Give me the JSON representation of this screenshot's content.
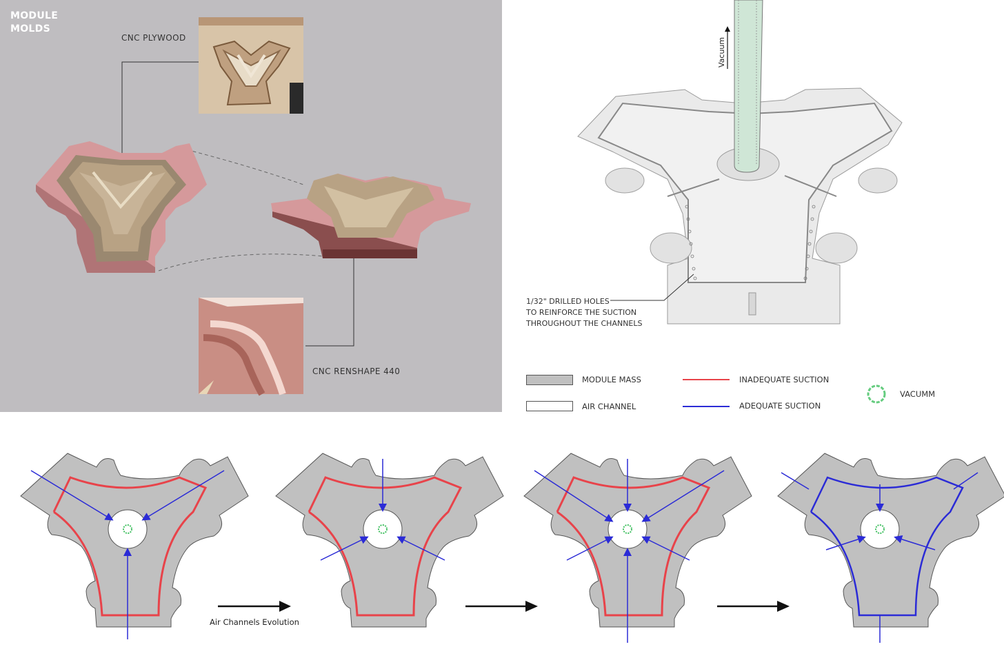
{
  "left_panel": {
    "title_line1": "MODULE",
    "title_line2": "MOLDS",
    "label_plywood": "CNC PLYWOOD",
    "label_renshape": "CNC RENSHAPE 440",
    "background_color": "#bfbdc0",
    "mold_color": "#d59a9c",
    "wood_color": "#b8a284"
  },
  "axon_view": {
    "vacuum_label": "Vacuum",
    "note_line1": "1/32\" DRILLED HOLES",
    "note_line2": "TO REINFORCE THE SUCTION",
    "note_line3": "THROUGHOUT THE CHANNELS",
    "tube_color": "#cfe6d6"
  },
  "legend": {
    "module_mass": "MODULE MASS",
    "air_channel": "AIR CHANNEL",
    "inadequate": "INADEQUATE  SUCTION",
    "adequate": "ADEQUATE  SUCTION",
    "vacuum": "VACUMM",
    "colors": {
      "module_mass": "#c0c0c0",
      "air_channel": "#ffffff",
      "inadequate": "#e8434a",
      "adequate": "#2b2bd6",
      "vacuum": "#3fbf5f"
    }
  },
  "evolution": {
    "label": "Air Channels Evolution",
    "stages": [
      {
        "name": "stage-1",
        "inlets": 3,
        "suction": "inadequate"
      },
      {
        "name": "stage-2",
        "inlets": 3,
        "suction": "inadequate"
      },
      {
        "name": "stage-3",
        "inlets": 6,
        "suction": "inadequate"
      },
      {
        "name": "stage-4",
        "inlets": 3,
        "suction": "adequate"
      }
    ]
  }
}
